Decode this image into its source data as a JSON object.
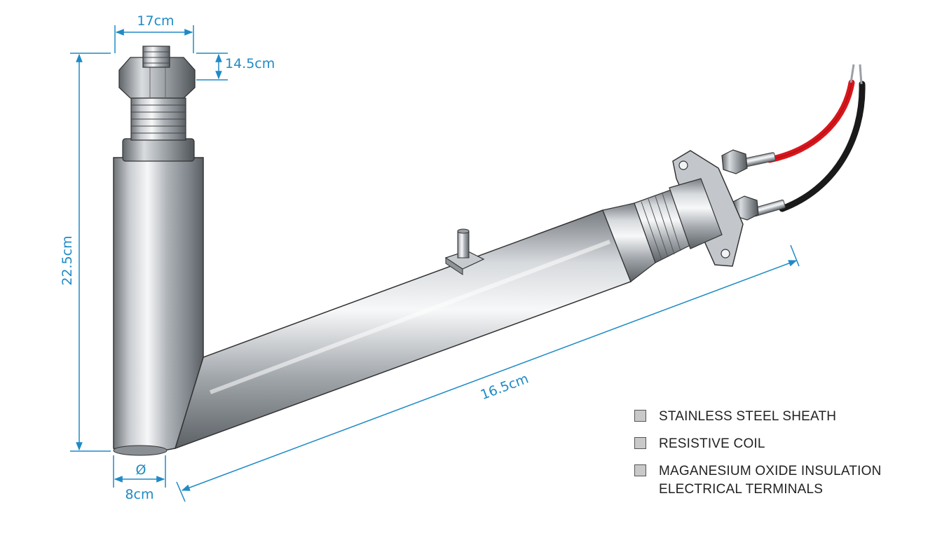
{
  "dimensions": {
    "top_width": "17cm",
    "cap_height": "14.5cm",
    "height": "22.5cm",
    "diameter_symbol": "Ø",
    "diameter": "8cm",
    "length": "16.5cm"
  },
  "legend": {
    "items": [
      {
        "label": "STAINLESS STEEL SHEATH"
      },
      {
        "label": "RESISTIVE COIL"
      },
      {
        "label": "MAGANESIUM OXIDE INSULATION",
        "sublabel": "ELECTRICAL TERMINALS"
      }
    ]
  },
  "colors": {
    "dimension_line": "#1f8ac6",
    "wire_red": "#d9161c",
    "wire_black": "#1a1a1a",
    "metal": "#b8bcc0"
  }
}
